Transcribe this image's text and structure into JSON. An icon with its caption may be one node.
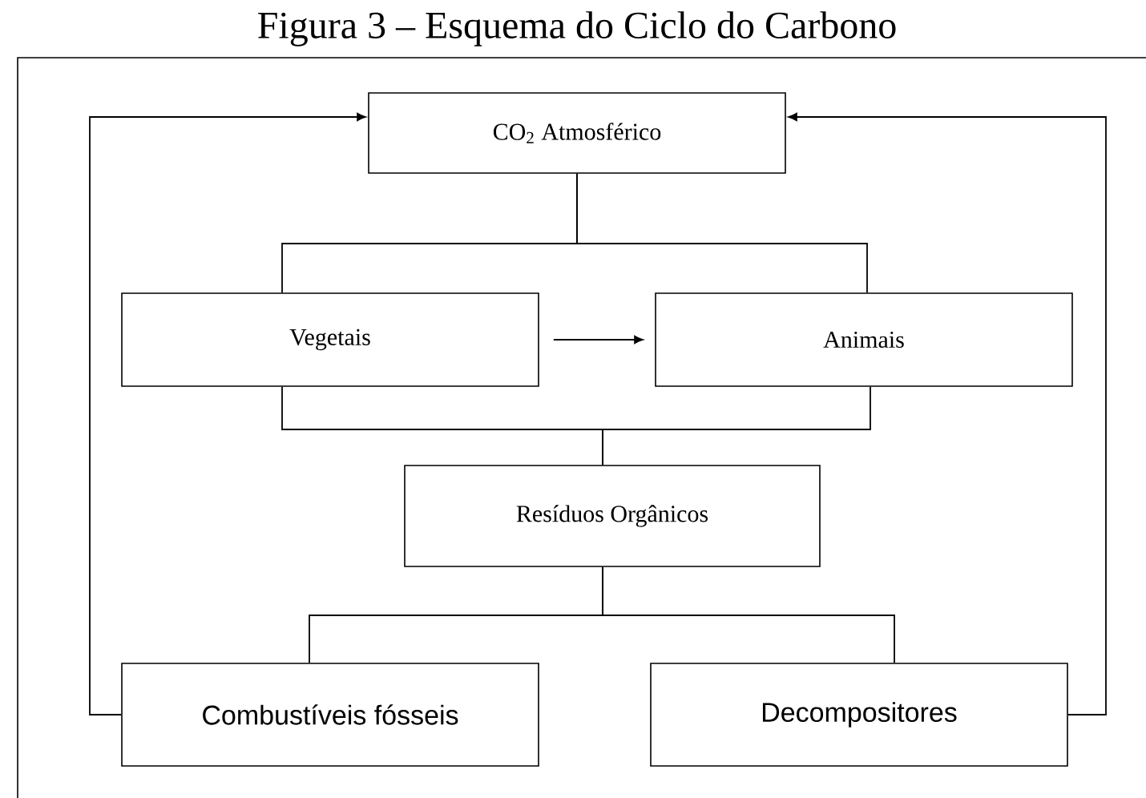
{
  "diagram": {
    "title": "Figura 3 – Esquema do Ciclo do Carbono",
    "nodes": [
      {
        "text": [
          "CO$_{2}$ Atmosférico"
        ]
      },
      {
        "text": [
          "Vegetais"
        ]
      },
      {
        "text": [
          "Animais"
        ]
      },
      {
        "text": [
          "Resíduos Orgânicos"
        ]
      },
      {
        "text": [
          "Combustíveis fósseis"
        ]
      },
      {
        "text": [
          "Decompositores"
        ]
      }
    ],
    "edges": [
      {
        "from": 0,
        "to": 1,
        "arrow": "none"
      },
      {
        "from": 0,
        "to": 2,
        "arrow": "none"
      },
      {
        "from": 1,
        "to": 2,
        "arrow": "to"
      },
      {
        "from": 1,
        "to": 3,
        "arrow": "none"
      },
      {
        "from": 2,
        "to": 3,
        "arrow": "none"
      },
      {
        "from": 3,
        "to": 4,
        "arrow": "none"
      },
      {
        "from": 3,
        "to": 5,
        "arrow": "none"
      },
      {
        "from": 4,
        "to": 0,
        "arrow": "to"
      },
      {
        "from": 5,
        "to": 0,
        "arrow": "to"
      }
    ]
  }
}
